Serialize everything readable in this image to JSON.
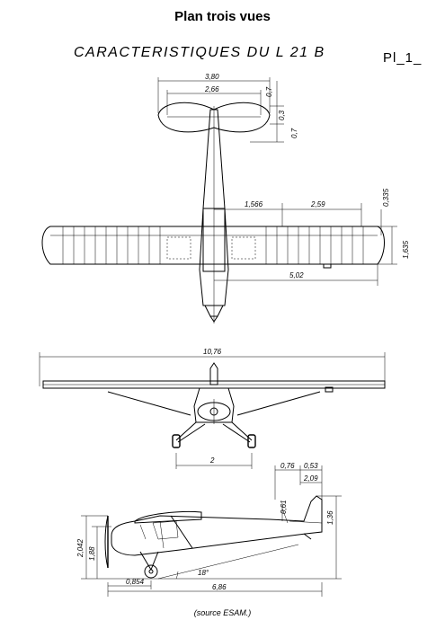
{
  "page": {
    "title": "Plan trois vues",
    "heading": "CARACTERISTIQUES DU L 21 B",
    "plate": "Pl_1_",
    "source": "(source ESAM.)"
  },
  "dims": {
    "tail_span": "3,80",
    "stab_span": "2,66",
    "tail_d1": "0,7",
    "tail_d2": "0,3",
    "tail_d3": "0,7",
    "wing_a": "1,566",
    "wing_b": "2,59",
    "half_span": "5,02",
    "wing_c": "0,335",
    "chord": "1,635",
    "span": "10,76",
    "track": "2",
    "side_a": "0,76",
    "side_b": "0,53",
    "side_c": "0,61",
    "side_d": "2,09",
    "height_total": "2,042",
    "height_fus": "1,88",
    "tail_height": "1,36",
    "ground_angle": "18°",
    "wheel_offset": "0,854",
    "length": "6,86"
  }
}
